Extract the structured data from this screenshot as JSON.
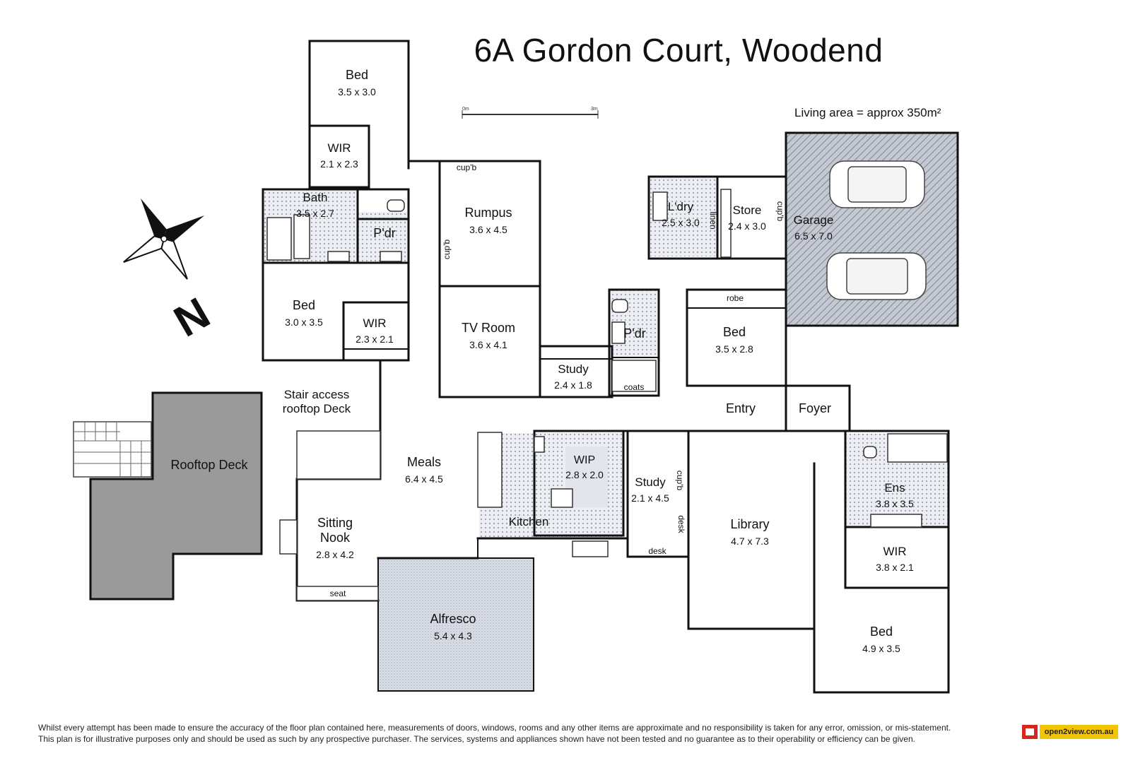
{
  "title": "6A Gordon Court, Woodend",
  "living_area": "Living area = approx 350m²",
  "scale": {
    "start": "0m",
    "end": "3m"
  },
  "north_label": "N",
  "rooms": [
    {
      "id": "bed-top",
      "name": "Bed",
      "size": "3.5 x 3.0"
    },
    {
      "id": "wir-top",
      "name": "WIR",
      "size": "2.1 x 2.3"
    },
    {
      "id": "bath",
      "name": "Bath",
      "size": "3.5 x 2.7"
    },
    {
      "id": "pdr-left",
      "name": "P'dr",
      "size": ""
    },
    {
      "id": "bed-left",
      "name": "Bed",
      "size": "3.0 x 3.5"
    },
    {
      "id": "wir-left",
      "name": "WIR",
      "size": "2.3 x 2.1"
    },
    {
      "id": "rumpus",
      "name": "Rumpus",
      "size": "3.6 x 4.5"
    },
    {
      "id": "tv-room",
      "name": "TV Room",
      "size": "3.6 x 4.1"
    },
    {
      "id": "study-mid",
      "name": "Study",
      "size": "2.4 x 1.8"
    },
    {
      "id": "ldry",
      "name": "L'dry",
      "size": "2.5 x 3.0"
    },
    {
      "id": "store",
      "name": "Store",
      "size": "2.4 x 3.0"
    },
    {
      "id": "garage",
      "name": "Garage",
      "size": "6.5 x 7.0"
    },
    {
      "id": "pdr-right",
      "name": "P'dr",
      "size": ""
    },
    {
      "id": "bed-right",
      "name": "Bed",
      "size": "3.5 x 2.8"
    },
    {
      "id": "meals",
      "name": "Meals",
      "size": "6.4 x 4.5"
    },
    {
      "id": "wip",
      "name": "WIP",
      "size": "2.8 x 2.0"
    },
    {
      "id": "kitchen",
      "name": "Kitchen",
      "size": ""
    },
    {
      "id": "study-lower",
      "name": "Study",
      "size": "2.1 x 4.5"
    },
    {
      "id": "library",
      "name": "Library",
      "size": "4.7 x 7.3"
    },
    {
      "id": "ens",
      "name": "Ens",
      "size": "3.8 x 3.5"
    },
    {
      "id": "wir-right",
      "name": "WIR",
      "size": "3.8 x 2.1"
    },
    {
      "id": "bed-bottom",
      "name": "Bed",
      "size": "4.9 x 3.5"
    },
    {
      "id": "sitting-nook",
      "name": "Sitting\nNook",
      "size": "2.8 x 4.2"
    },
    {
      "id": "alfresco",
      "name": "Alfresco",
      "size": "5.4 x 4.3"
    },
    {
      "id": "rooftop-deck",
      "name": "Rooftop Deck",
      "size": ""
    },
    {
      "id": "entry",
      "name": "Entry",
      "size": ""
    },
    {
      "id": "foyer",
      "name": "Foyer",
      "size": ""
    },
    {
      "id": "stair-access",
      "name": "Stair access\nrooftop Deck",
      "size": ""
    }
  ],
  "fixture_labels": {
    "cupb_rumpus_top": "cup'b",
    "cupb_rumpus_side": "cup'b",
    "linen": "linen",
    "cupb_store": "cup'b",
    "robe": "robe",
    "coats": "coats",
    "cupb_study": "cup'b",
    "desk_side": "desk",
    "desk_bottom": "desk",
    "seat": "seat"
  },
  "disclaimer": [
    "Whilst every attempt has been made to ensure the accuracy of the floor plan contained here, measurements of doors, windows, rooms and any other items are approximate and no responsibility is taken for any error, omission, or mis-statement.",
    "This plan is for illustrative purposes only and should be used as such by any prospective purchaser. The services, systems and appliances shown have not been tested and no guarantee as to their operability or efficiency can be given."
  ],
  "logo_text": "open2view.com.au",
  "colors": {
    "wall": "#111111",
    "tile": "#c9ccd6",
    "deck": "#9c9c9c",
    "alfresco": "#cfd4de",
    "garage": "#a9adb8"
  }
}
